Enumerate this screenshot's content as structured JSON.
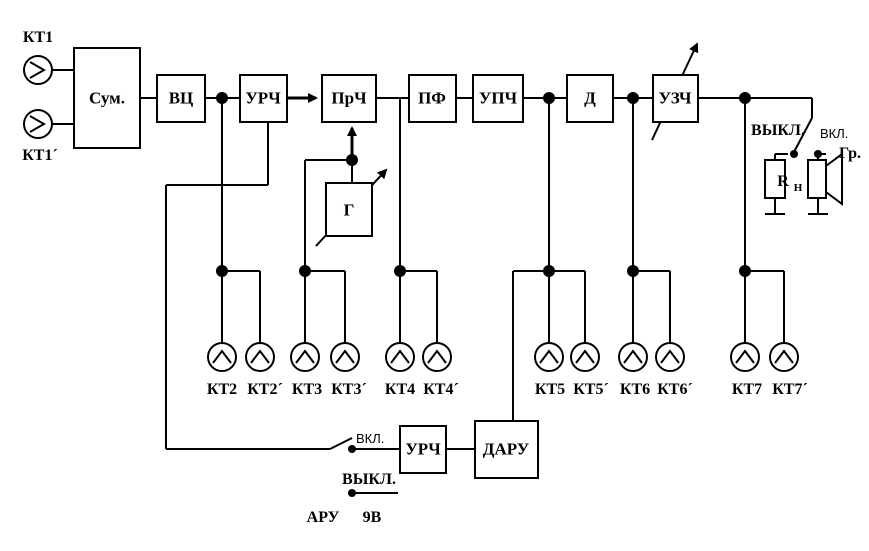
{
  "blocks": {
    "sum": "Сум.",
    "vc": "ВЦ",
    "urch1": "УРЧ",
    "prch": "ПрЧ",
    "pf": "ПФ",
    "upch": "УПЧ",
    "d": "Д",
    "uzch": "УЗЧ",
    "g": "Г",
    "urch2": "УРЧ",
    "daru": "ДАРУ"
  },
  "test_points": {
    "kt1": "КТ1",
    "kt1p": "КТ1´",
    "kt2": "КТ2",
    "kt2p": "КТ2´",
    "kt3": "КТ3",
    "kt3p": "КТ3´",
    "kt4": "КТ4",
    "kt4p": "КТ4´",
    "kt5": "КТ5",
    "kt5p": "КТ5´",
    "kt6": "КТ6",
    "kt6p": "КТ6´",
    "kt7": "КТ7",
    "kt7p": "КТ7´"
  },
  "switches": {
    "out_off": "ВЫКЛ.",
    "out_on": "ВКЛ.",
    "agc_on": "ВКЛ.",
    "agc_off": "ВЫКЛ."
  },
  "load": {
    "rh": "R",
    "rh_sub": "Н",
    "speaker": "Гр."
  },
  "bottom": {
    "aru": "АРУ",
    "voltage": "9В"
  }
}
